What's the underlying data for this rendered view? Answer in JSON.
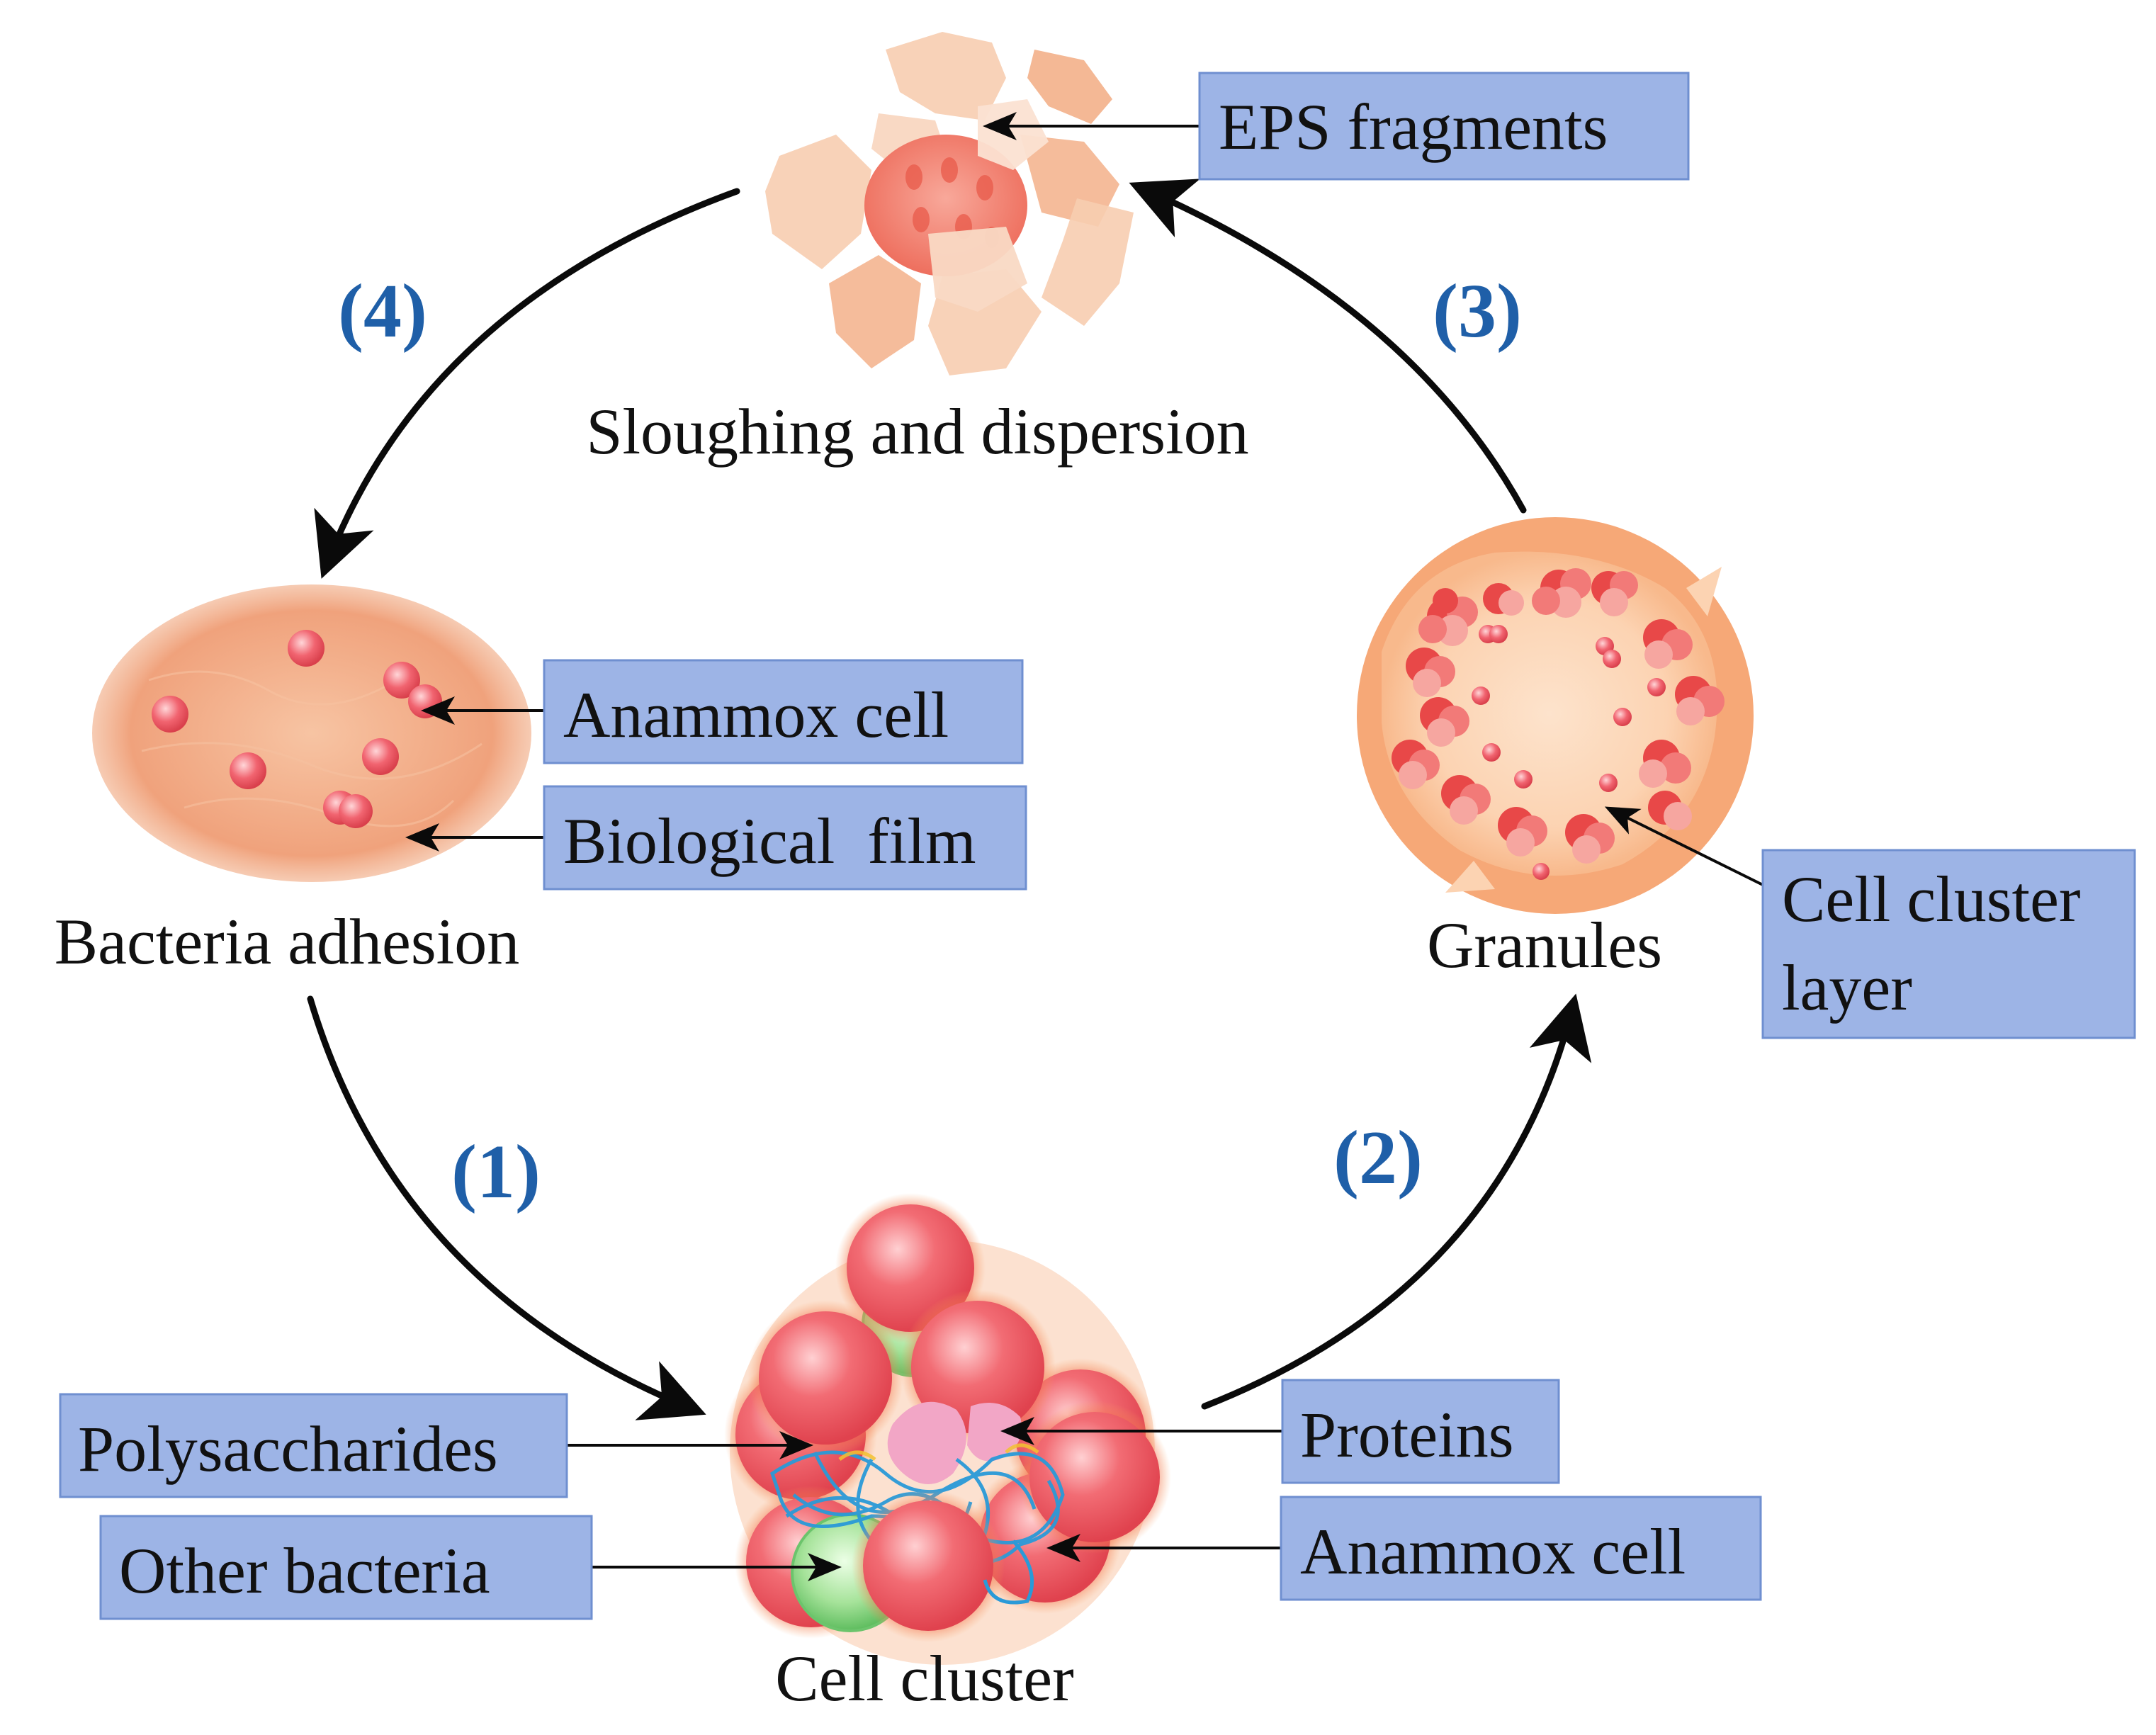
{
  "colors": {
    "step_number": "#1f5fa8",
    "label_box_fill": "#9db4e6",
    "label_box_stroke": "#6f8fd0",
    "arrow": "#0a0a0a",
    "biofilm": "#f0a27c",
    "anammox_cell": "#f0505e",
    "granule_outer": "#f6a877",
    "granule_inner": "#fcd3b2",
    "other_bacteria": "#7fd07f",
    "polysaccharide_strand": "#2a9ad8",
    "protein": "#f2a6c6",
    "eps_fragment": "#f7cdb0",
    "eps_core": "#f27a66"
  },
  "steps": {
    "s1": "(1)",
    "s2": "(2)",
    "s3": "(3)",
    "s4": "(4)"
  },
  "stages": {
    "sloughing": {
      "caption": "Sloughing and dispersion",
      "labels": {
        "eps": "EPS fragments"
      }
    },
    "adhesion": {
      "caption": "Bacteria adhesion",
      "labels": {
        "anammox": "Anammox cell",
        "film": "Biological  film"
      }
    },
    "granules": {
      "caption": "Granules",
      "labels": {
        "cluster_layer_line1": "Cell cluster",
        "cluster_layer_line2": "layer"
      }
    },
    "cluster": {
      "caption": "Cell cluster",
      "labels": {
        "polysaccharides": "Polysaccharides",
        "other_bacteria": "Other bacteria",
        "proteins": "Proteins",
        "anammox": "Anammox cell"
      }
    }
  },
  "icons": {
    "sloughing": "eps-fragments-illustration",
    "adhesion": "biofilm-illustration",
    "granules": "granule-cross-section-illustration",
    "cluster": "cell-cluster-illustration"
  }
}
